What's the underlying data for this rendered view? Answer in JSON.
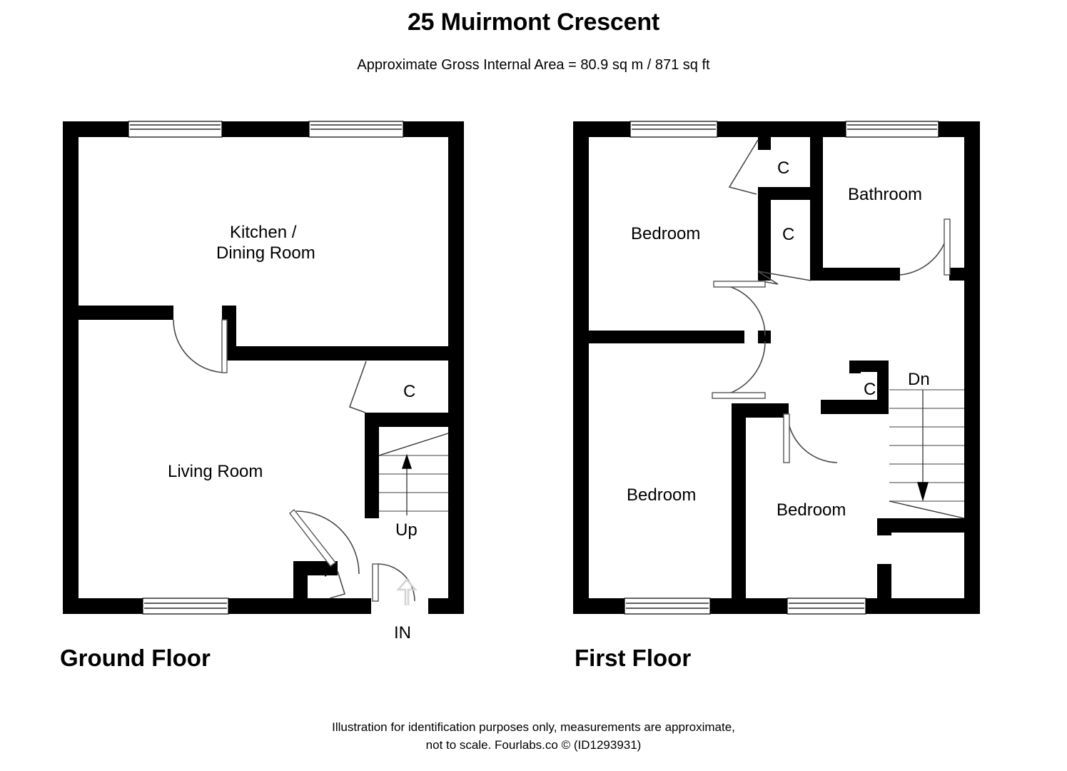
{
  "document": {
    "title": "25 Muirmont Crescent",
    "subtitle": "Approximate Gross Internal Area = 80.9 sq m / 871 sq ft",
    "footer_line1": "Illustration for identification purposes only, measurements are approximate,",
    "footer_line2": "not to scale. Fourlabs.co © (ID1293931)"
  },
  "colors": {
    "wall": "#000000",
    "background": "#ffffff",
    "door_arc": "#4a4a4a",
    "stair_tread": "#808080",
    "in_arrow": "#d4d4d4"
  },
  "floors": [
    {
      "id": "ground",
      "label": "Ground Floor",
      "rooms": [
        {
          "name": "Kitchen / Dining Room",
          "line1": "Kitchen /",
          "line2": "Dining Room"
        },
        {
          "name": "Living Room",
          "line1": "Living Room",
          "line2": ""
        },
        {
          "name": "Cupboard",
          "line1": "C",
          "line2": ""
        }
      ],
      "annotations": [
        {
          "name": "stairs-up",
          "text": "Up"
        },
        {
          "name": "entrance",
          "text": "IN"
        }
      ],
      "windows": 3,
      "doors": 3
    },
    {
      "id": "first",
      "label": "First Floor",
      "rooms": [
        {
          "name": "Bedroom (front upper)",
          "line1": "Bedroom",
          "line2": ""
        },
        {
          "name": "Bedroom (rear left)",
          "line1": "Bedroom",
          "line2": ""
        },
        {
          "name": "Bedroom (rear right)",
          "line1": "Bedroom",
          "line2": ""
        },
        {
          "name": "Bathroom",
          "line1": "Bathroom",
          "line2": ""
        },
        {
          "name": "Cupboard upper",
          "line1": "C",
          "line2": ""
        },
        {
          "name": "Cupboard mid",
          "line1": "C",
          "line2": ""
        },
        {
          "name": "Cupboard landing",
          "line1": "C",
          "line2": ""
        }
      ],
      "annotations": [
        {
          "name": "stairs-down",
          "text": "Dn"
        }
      ],
      "windows": 4,
      "doors": 5
    }
  ],
  "labels": {
    "kitchen_line1": "Kitchen /",
    "kitchen_line2": "Dining Room",
    "living_room": "Living Room",
    "cupboard": "C",
    "up": "Up",
    "in": "IN",
    "dn": "Dn",
    "bedroom": "Bedroom",
    "bathroom": "Bathroom",
    "ground_floor": "Ground Floor",
    "first_floor": "First Floor"
  }
}
